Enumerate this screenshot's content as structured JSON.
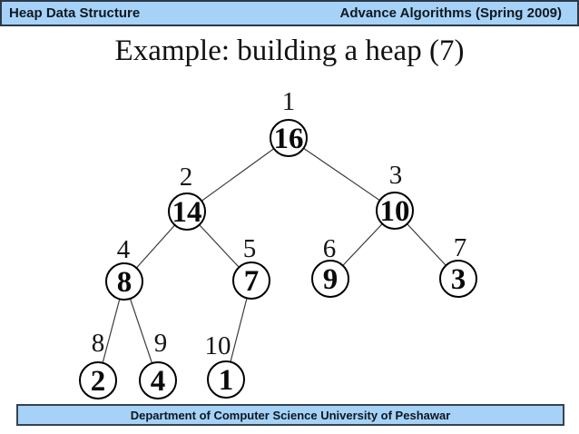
{
  "header": {
    "left": "Heap Data Structure",
    "right": "Advance Algorithms (Spring 2009)"
  },
  "title": "Example: building a heap (7)",
  "footer": {
    "text": "Department of Computer Science University of Peshawar"
  },
  "colors": {
    "bar_background": "#a6d2f7",
    "bar_border": "#2b3947",
    "node_stroke": "#000000",
    "edge_line": "#3c3c3c",
    "text": "#0a0a0a"
  },
  "tree": {
    "description": "binary max-heap being built, array order top-to-bottom left-to-right",
    "heap_array": [
      16,
      14,
      10,
      8,
      7,
      9,
      3,
      2,
      4,
      1
    ],
    "nodes": [
      {
        "index": "1",
        "value": "16"
      },
      {
        "index": "2",
        "value": "14"
      },
      {
        "index": "3",
        "value": "10"
      },
      {
        "index": "4",
        "value": "8"
      },
      {
        "index": "5",
        "value": "7"
      },
      {
        "index": "6",
        "value": "9"
      },
      {
        "index": "7",
        "value": "3"
      },
      {
        "index": "8",
        "value": "2"
      },
      {
        "index": "9",
        "value": "4"
      },
      {
        "index": "10",
        "value": "1"
      }
    ],
    "edges": [
      [
        "1",
        "2"
      ],
      [
        "1",
        "3"
      ],
      [
        "2",
        "4"
      ],
      [
        "2",
        "5"
      ],
      [
        "3",
        "6"
      ],
      [
        "3",
        "7"
      ],
      [
        "4",
        "8"
      ],
      [
        "4",
        "9"
      ],
      [
        "5",
        "10"
      ]
    ]
  }
}
